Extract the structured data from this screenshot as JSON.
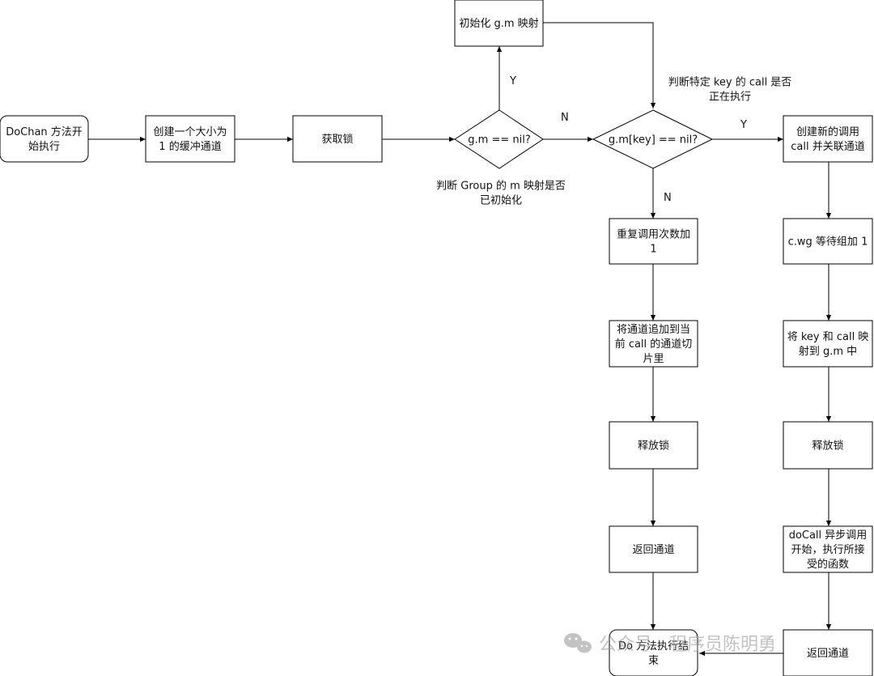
{
  "nodes": {
    "start": {
      "lines": [
        "DoChan 方法开",
        "始执行"
      ]
    },
    "create_channel": {
      "lines": [
        "创建一个大小为",
        "1 的缓冲通道"
      ]
    },
    "acquire_lock": {
      "lines": [
        "获取锁"
      ]
    },
    "check_gm": {
      "lines": [
        "g.m == nil?"
      ]
    },
    "init_gm": {
      "lines": [
        "初始化 g.m 映射"
      ]
    },
    "check_key": {
      "lines": [
        "g.m[key] == nil?"
      ]
    },
    "create_call": {
      "lines": [
        "创建新的调用",
        "call 并关联通道"
      ]
    },
    "dup_count": {
      "lines": [
        "重复调用次数加",
        "1"
      ]
    },
    "append_channel": {
      "lines": [
        "将通道追加到当",
        "前 call 的通道切",
        "片里"
      ]
    },
    "release_left": {
      "lines": [
        "释放锁"
      ]
    },
    "return_left": {
      "lines": [
        "返回通道"
      ]
    },
    "wg_add": {
      "lines": [
        "c.wg 等待组加 1"
      ]
    },
    "map_key": {
      "lines": [
        "将 key 和 call 映",
        "射到 g.m 中"
      ]
    },
    "release_right": {
      "lines": [
        "释放锁"
      ]
    },
    "docall": {
      "lines": [
        "doCall 异步调用",
        "开始，执行所接",
        "受的函数"
      ]
    },
    "return_right": {
      "lines": [
        "返回通道"
      ]
    },
    "end": {
      "lines": [
        "Do 方法执行结",
        "束"
      ]
    }
  },
  "labels": {
    "gm_yes": "Y",
    "gm_no": "N",
    "key_yes": "Y",
    "key_no": "N",
    "note_gm": [
      "判断 Group 的 m 映射是否",
      "已初始化"
    ],
    "note_key": [
      "判断特定 key 的 call 是否",
      "正在执行"
    ]
  },
  "watermark": {
    "text": "公众号 · 程序员陈明勇",
    "icon": "wechat-icon"
  }
}
